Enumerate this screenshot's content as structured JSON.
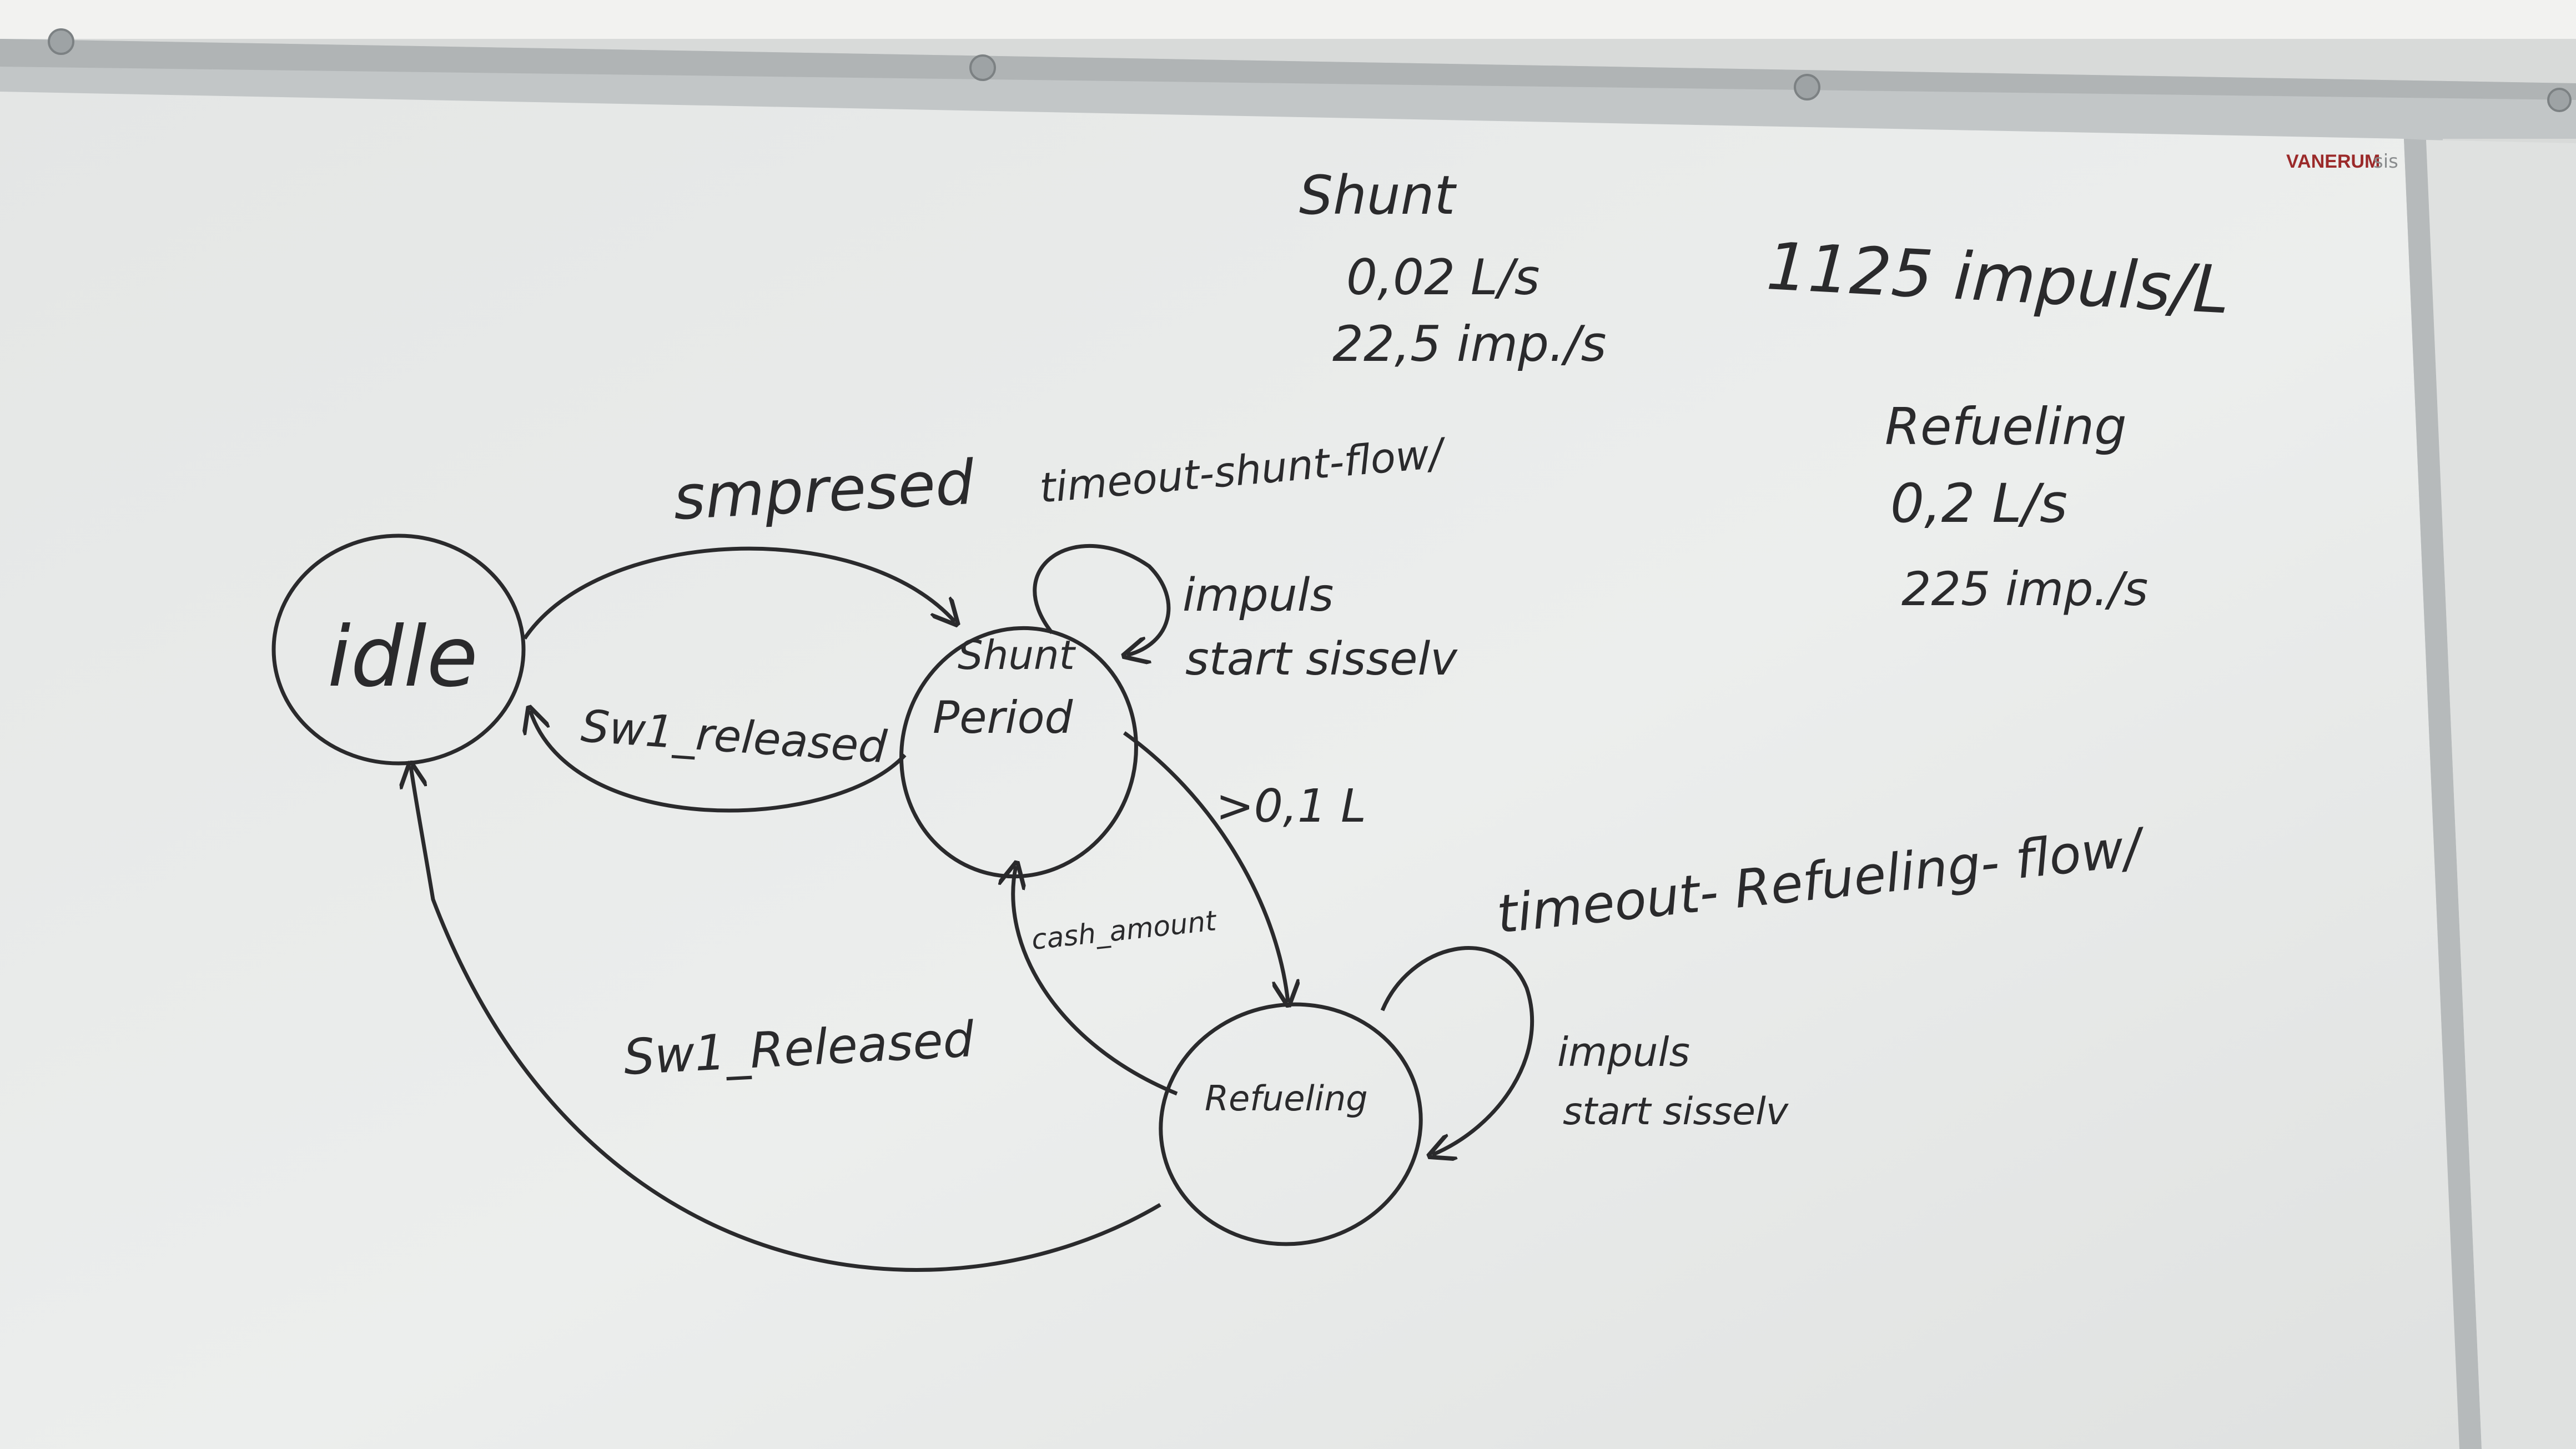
{
  "brand": {
    "logo": "VANERUM",
    "logo_suffix": "sis"
  },
  "states": {
    "idle": "idle",
    "shunt_line1": "Shunt",
    "shunt_line2": "Period",
    "refueling": "Refueling"
  },
  "transitions": {
    "smpresed": "smpresed",
    "timeout_shunt_flow": "timeout-shunt-flow/",
    "impuls_shunt": "impuls",
    "start_sisselv_shunt": "start sisselv",
    "sw1_released_upper": "Sw1_released",
    "gt_01l": ">0,1 L",
    "cash_amount": "cash_amount",
    "timeout_refueling_flow": "timeout- Refueling- flow/",
    "impuls_refueling": "impuls",
    "start_sisselv_refueling": "start sisselv",
    "sw1_released_lower": "Sw1_Released"
  },
  "notes": {
    "shunt_title": "Shunt",
    "shunt_rate": "0,02 L/s",
    "shunt_impulses": "22,5 imp./s",
    "pulses_per_litre": "1125 impuls/L",
    "refueling_title": "Refueling",
    "refueling_rate": "0,2 L/s",
    "refueling_impulses": "225 imp./s"
  },
  "colors": {
    "board": "#e9ebea",
    "ink": "#2a2a2c",
    "frame": "#b8bcbd",
    "wall": "#d6d8d8",
    "logo": "#9b2a2a"
  }
}
